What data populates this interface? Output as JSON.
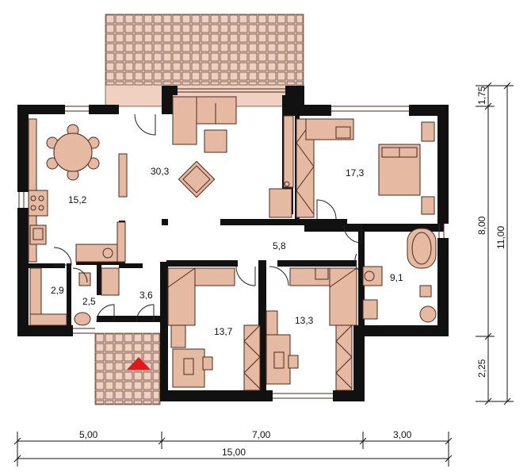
{
  "rooms": [
    {
      "id": "living",
      "area": "30,3"
    },
    {
      "id": "bedroom",
      "area": "17,3"
    },
    {
      "id": "dining-kitchen",
      "area": "15,2"
    },
    {
      "id": "hall",
      "area": "5,8"
    },
    {
      "id": "bathroom",
      "area": "9,1"
    },
    {
      "id": "storage",
      "area": "2,9"
    },
    {
      "id": "wc",
      "area": "2,5"
    },
    {
      "id": "entrance",
      "area": "3,6"
    },
    {
      "id": "room-left",
      "area": "13,7"
    },
    {
      "id": "room-right",
      "area": "13,3"
    }
  ],
  "dimensions": {
    "bottom": [
      "5,00",
      "7,00",
      "3,00"
    ],
    "bottom_total": "15,00",
    "right_inner": [
      "1,75",
      "8,00",
      "2,25"
    ],
    "right_total": "11,00"
  },
  "colors": {
    "furniture": "#e6b9a3",
    "terrace": "#efd0c1",
    "wall": "#111111",
    "entrance_marker": "#e8141c"
  }
}
